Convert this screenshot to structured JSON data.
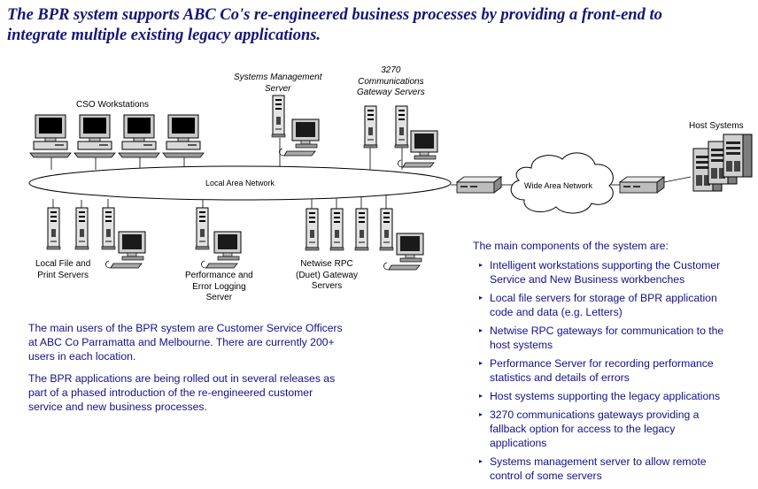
{
  "title": {
    "line1": "The BPR system supports ABC Co's re-engineered business processes by providing a front-end to",
    "line2": "integrate multiple existing legacy applications."
  },
  "labels": {
    "cso_workstations": "CSO Workstations",
    "systems_mgmt": [
      "Systems Management",
      "Server"
    ],
    "comms_gateway": [
      "3270",
      "Communications",
      "Gateway Servers"
    ],
    "host_systems": "Host Systems",
    "lan": "Local Area Network",
    "wan": "Wide Area Network",
    "file_print": [
      "Local File and",
      "Print Servers"
    ],
    "perf_logging": [
      "Performance and",
      "Error Logging",
      "Server"
    ],
    "netwise": [
      "Netwise RPC",
      "(Duet) Gateway",
      "Servers"
    ]
  },
  "users_paragraph": [
    "The main users of the BPR system are Customer Service Officers",
    "at ABC Co Parramatta and Melbourne.   There are currently 200+",
    "users in each location."
  ],
  "rollout_paragraph": [
    "The BPR applications are being rolled out in several releases as",
    "part of a phased introduction of the re-engineered customer",
    "service and new business processes."
  ],
  "components": {
    "heading": "The main components of the system are:",
    "bullet": "▸",
    "items": [
      [
        "Intelligent workstations supporting the Customer",
        "Service and New Business workbenches"
      ],
      [
        "Local file servers for storage of BPR application",
        "code and data (e.g. Letters)"
      ],
      [
        "Netwise RPC gateways for communication to the",
        "host systems"
      ],
      [
        "Performance Server for recording performance",
        "statistics and details of errors"
      ],
      [
        "Host systems supporting the legacy applications"
      ],
      [
        "3270 communications gateways providing a",
        "fallback option for access to the legacy",
        "applications"
      ],
      [
        "Systems management server to allow remote",
        "control of some servers"
      ]
    ]
  }
}
